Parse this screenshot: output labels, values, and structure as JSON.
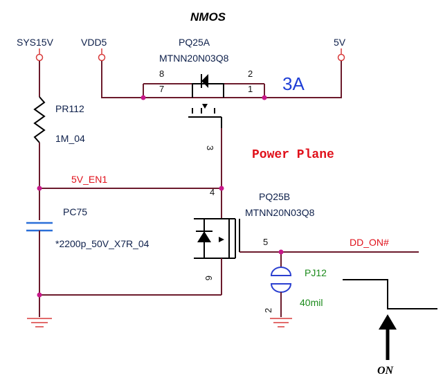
{
  "title": "NMOS",
  "rails": {
    "sys15v": "SYS15V",
    "vdd5": "VDD5",
    "out5v": "5V"
  },
  "pq25a": {
    "ref": "PQ25A",
    "part": "MTNN20N03Q8",
    "pins": {
      "p8": "8",
      "p7": "7",
      "p2": "2",
      "p1": "1",
      "p3": "3",
      "p4": "4"
    }
  },
  "current_label": "3A",
  "power_plane": "Power Plane",
  "resistor": {
    "ref": "PR112",
    "value": "1M_04"
  },
  "net_en": "5V_EN1",
  "pq25b": {
    "ref": "PQ25B",
    "part": "MTNN20N03Q8",
    "pins": {
      "p5": "5",
      "p6": "6"
    }
  },
  "capacitor": {
    "ref": "PC75",
    "value": "*2200p_50V_X7R_04"
  },
  "net_dd": "DD_ON#",
  "jumper": {
    "ref": "PJ12",
    "value": "40mil",
    "pin": "2"
  },
  "on_label": "ON"
}
